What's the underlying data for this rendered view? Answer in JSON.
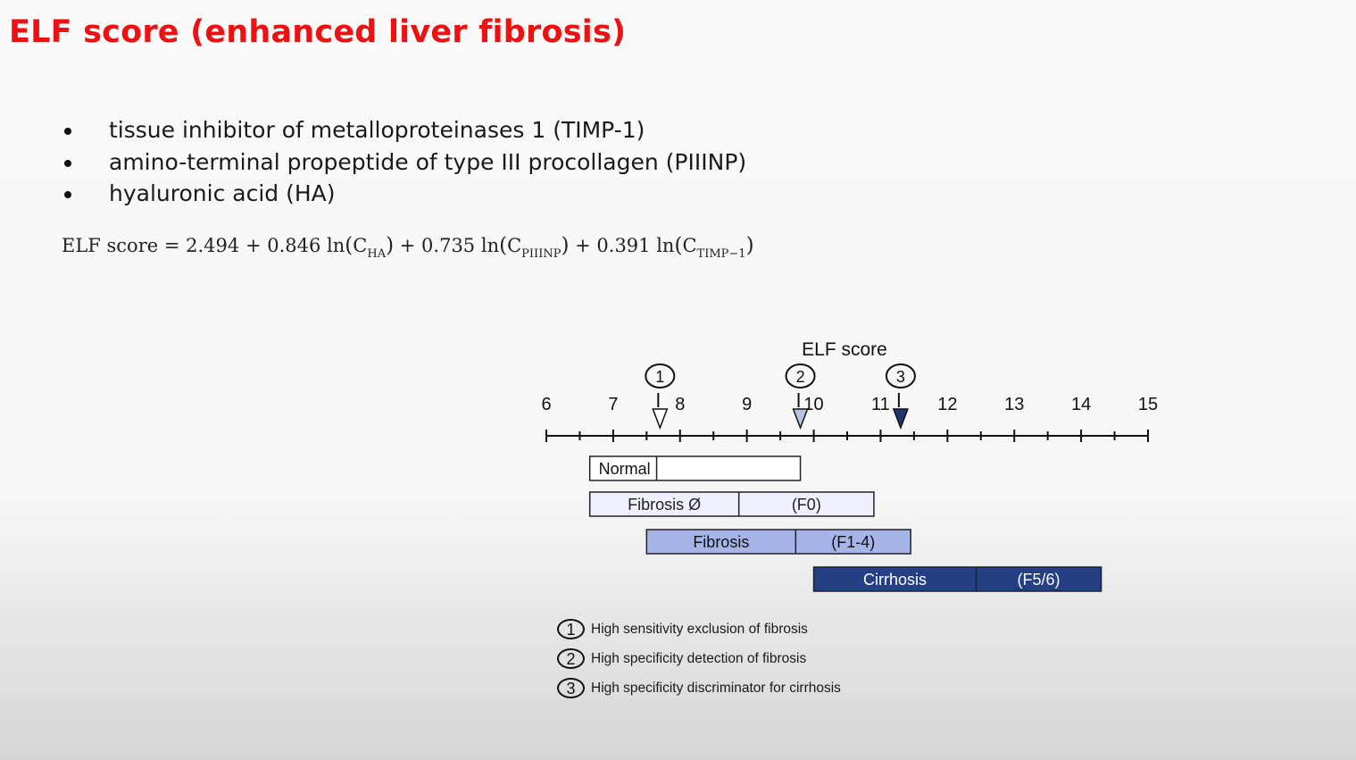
{
  "slide": {
    "title": "ELF score (enhanced liver fibrosis)",
    "bullets": [
      "tissue inhibitor of metalloproteinases 1 (TIMP-1)",
      "amino-terminal propeptide of type III procollagen (PIIINP)",
      "hyaluronic acid (HA)"
    ],
    "formula": {
      "lhs": "ELF score",
      "const": "2.494",
      "terms": [
        {
          "coef": "0.846",
          "fn": "ln",
          "var": "C",
          "sub": "HA"
        },
        {
          "coef": "0.735",
          "fn": "ln",
          "var": "C",
          "sub": "PIIINP"
        },
        {
          "coef": "0.391",
          "fn": "ln",
          "var": "C",
          "sub": "TIMP−1"
        }
      ]
    }
  },
  "diagram": {
    "axis_title": "ELF score",
    "axis_min": 6,
    "axis_max": 15,
    "tick_labels": [
      "6",
      "7",
      "8",
      "9",
      "10",
      "11",
      "12",
      "13",
      "14",
      "15"
    ],
    "cutoffs": [
      {
        "label": "1",
        "value": 7.7,
        "marker": "open"
      },
      {
        "label": "2",
        "value": 9.8,
        "marker": "light"
      },
      {
        "label": "3",
        "value": 11.3,
        "marker": "dark"
      }
    ],
    "bars": [
      {
        "label": "Normal",
        "stage": "",
        "start": 6.65,
        "end": 9.8,
        "split": 7.65,
        "fill": "#ffffff",
        "text_color": "#111111",
        "label_align": "left"
      },
      {
        "label": "Fibrosis Ø",
        "stage": "(F0)",
        "start": 6.65,
        "end": 10.9,
        "split": 8.88,
        "fill": "#eef0fb",
        "text_color": "#222222",
        "label_align": "center"
      },
      {
        "label": "Fibrosis",
        "stage": "(F1-4)",
        "start": 7.5,
        "end": 11.45,
        "split": 9.73,
        "fill": "#a7b4e8",
        "text_color": "#111111",
        "label_align": "center"
      },
      {
        "label": "Cirrhosis",
        "stage": "(F5/6)",
        "start": 10.0,
        "end": 14.3,
        "split": 12.43,
        "fill": "#253f85",
        "text_color": "#ffffff",
        "label_align": "center"
      }
    ],
    "legend": [
      {
        "num": "1",
        "text": "High sensitivity exclusion of fibrosis"
      },
      {
        "num": "2",
        "text": "High specificity detection of fibrosis"
      },
      {
        "num": "3",
        "text": "High specificity discriminator for cirrhosis"
      }
    ],
    "colors": {
      "axis": "#111111",
      "light_marker": "#b9c3e6",
      "dark_marker": "#1f3570"
    }
  }
}
